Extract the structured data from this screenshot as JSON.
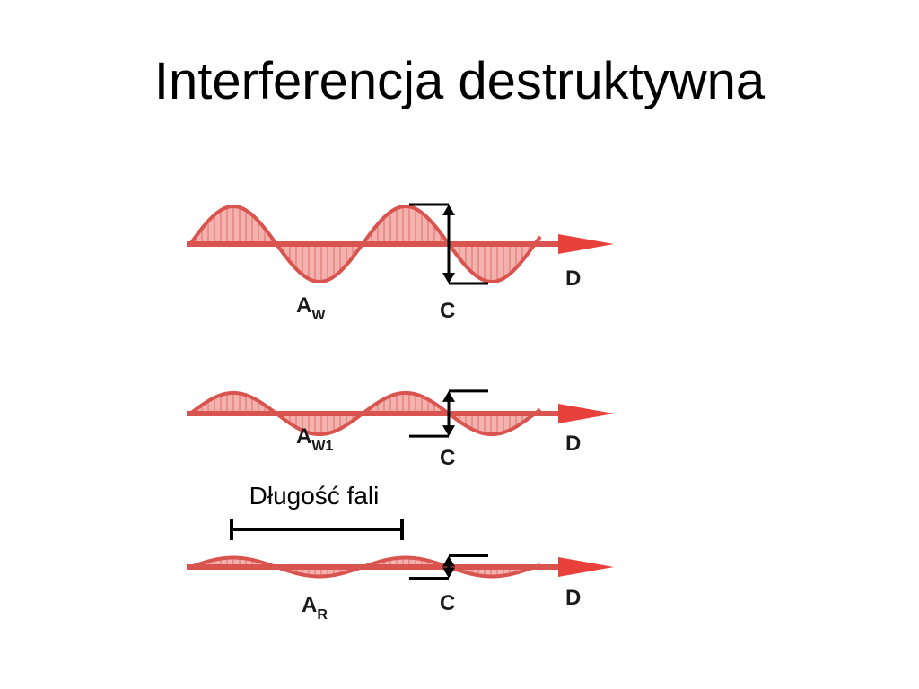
{
  "slide": {
    "title": "Interferencja destruktywna"
  },
  "diagram": {
    "colors": {
      "wave_fill": "#f2a5a0",
      "wave_stroke": "#d9534f",
      "arrow": "#e8403a",
      "marker": "#000000"
    },
    "waves": [
      {
        "amp_label_main": "A",
        "amp_label_sub": "W",
        "c_label": "C",
        "d_label": "D",
        "amplitude_level": 1.0
      },
      {
        "amp_label_main": "A",
        "amp_label_sub": "W1",
        "c_label": "C",
        "d_label": "D",
        "amplitude_level": 0.55
      },
      {
        "amp_label_main": "A",
        "amp_label_sub": "R",
        "c_label": "C",
        "d_label": "D",
        "amplitude_level": 0.25
      }
    ],
    "wavelength_label": "Długość fali"
  }
}
